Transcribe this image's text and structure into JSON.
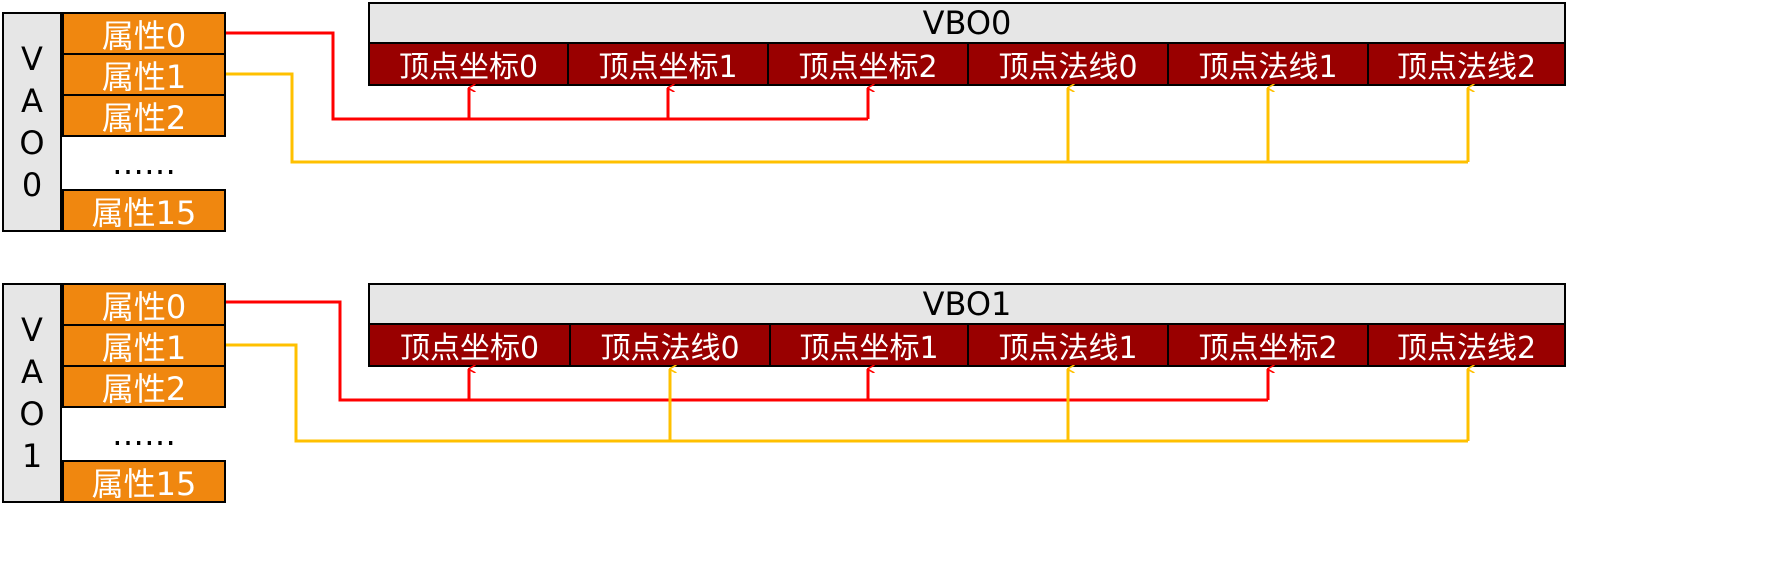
{
  "colors": {
    "attr_bg": "#f0870f",
    "cell_bg": "#990000",
    "label_bg": "#e6e6e6",
    "red_line": "#ff0000",
    "yellow_line": "#ffc000"
  },
  "groups": [
    {
      "vao_letters": [
        "V",
        "A",
        "O",
        "0"
      ],
      "attrs": [
        "属性0",
        "属性1",
        "属性2"
      ],
      "ellipsis": "……",
      "last_attr": "属性15",
      "vbo_title": "VBO0",
      "cells": [
        "顶点坐标0",
        "顶点坐标1",
        "顶点坐标2",
        "顶点法线0",
        "顶点法线1",
        "顶点法线2"
      ],
      "red_targets": [
        0,
        1,
        2
      ],
      "yellow_targets": [
        3,
        4,
        5
      ]
    },
    {
      "vao_letters": [
        "V",
        "A",
        "O",
        "1"
      ],
      "attrs": [
        "属性0",
        "属性1",
        "属性2"
      ],
      "ellipsis": "……",
      "last_attr": "属性15",
      "vbo_title": "VBO1",
      "cells": [
        "顶点坐标0",
        "顶点法线0",
        "顶点坐标1",
        "顶点法线1",
        "顶点坐标2",
        "顶点法线2"
      ],
      "red_targets": [
        0,
        2,
        4
      ],
      "yellow_targets": [
        1,
        3,
        5
      ]
    }
  ]
}
